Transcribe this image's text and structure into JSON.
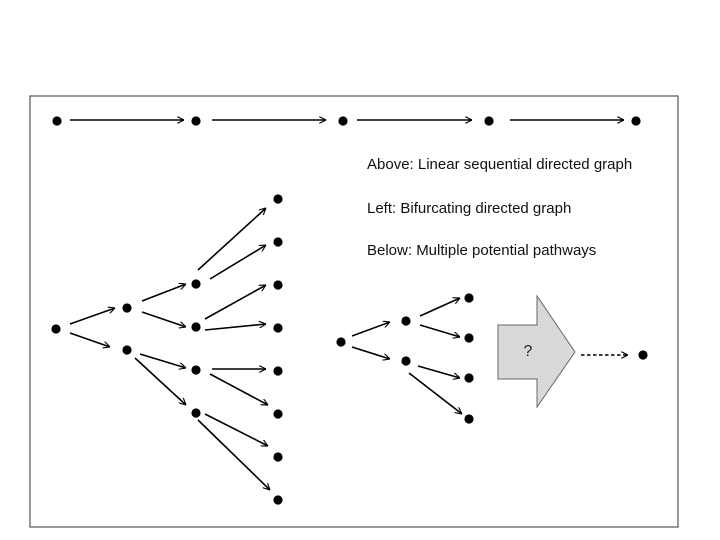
{
  "captions": {
    "above": "Above: Linear sequential directed graph",
    "left": "Left: Bifurcating directed graph",
    "below": "Below: Multiple potential pathways"
  },
  "unknown_step": {
    "label": "?"
  },
  "colors": {
    "frame": "#555555",
    "node": "#000000",
    "edge": "#000000",
    "arrow_fill": "#d9d9d9",
    "arrow_stroke": "#666666"
  },
  "graphs": {
    "linear": {
      "node_count": 5
    },
    "bifurcating": {
      "levels": 4,
      "leaf_count": 8
    },
    "pathways": {
      "levels": 3,
      "result_node_count": 1
    }
  }
}
